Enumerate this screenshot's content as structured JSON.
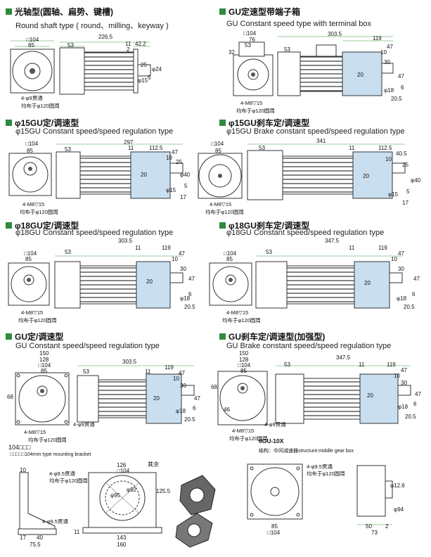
{
  "sections": {
    "s1": {
      "title_cn": "光轴型(圆轴、扁势、键槽)",
      "title_en": "Round shaft type ( round、milling、keyway )"
    },
    "s2": {
      "title_cn": "GU定速型带端子箱",
      "title_en": "GU Constant speed type with terminal box"
    },
    "s3": {
      "title_cn": "φ15GU定/调速型",
      "title_en": "φ15GU Constant speed/speed regulation type"
    },
    "s4": {
      "title_cn": "φ15GU刹车定/调速型",
      "title_en": "φ15GU Brake constant speed/speed regulation type"
    },
    "s5": {
      "title_cn": "φ18GU定/调速型",
      "title_en": "φ18GU Constant speed/speed regulation type"
    },
    "s6": {
      "title_cn": "φ18GU刹车定/调速型",
      "title_en": "φ18GU Constant speed/speed regulation type"
    },
    "s7": {
      "title_cn": "GU定/调速型",
      "title_en": "GU Constant speed/speed regulation type"
    },
    "s8": {
      "title_cn": "GU刹车定/调速型(加强型)",
      "title_en": "GU Brake constant speed/speed regulation type"
    },
    "bracket": {
      "title": "104□□□",
      "subtitle": "□□□□□104mm type mounting bracket"
    },
    "gearbox": {
      "title": "6GU-10X",
      "subtitle": "结构：中间减速器structure:middle gear box"
    }
  },
  "dims": {
    "d_104": "□104",
    "d_85": "85",
    "d_226_5": "226.5",
    "d_53": "53",
    "d_11": "11",
    "d_42_2": "42.2",
    "d_2": "2",
    "d_25": "25",
    "d_phi24": "φ24",
    "d_phi15": "φ15",
    "d_5": "5",
    "d_4phi9": "4-φ9贯通",
    "d_phi120": "均布于φ120圆周",
    "d_303_5": "303.5",
    "d_119": "119",
    "d_47": "47",
    "d_10": "10",
    "d_76": "76",
    "d_32": "32",
    "d_20": "20",
    "d_30": "30",
    "d_phi18": "φ18",
    "d_6": "6",
    "d_20_5": "20.5",
    "d_4m8": "4-M8▽15",
    "d_297": "297",
    "d_112_5": "112.5",
    "d_phi40": "φ40",
    "d_17": "17",
    "d_341": "341",
    "d_40_5": "40.5",
    "d_347_5": "347.5",
    "d_150": "150",
    "d_128": "128",
    "d_68": "68",
    "d_46": "46",
    "d_126": "126",
    "d_4phi9_5": "4-φ9.5贯通",
    "d_other": "其余",
    "d_phi95": "φ95",
    "d_phi92": "φ92",
    "d_125_5": "125.5",
    "d_143": "143",
    "d_160": "160",
    "d_40": "40",
    "d_75_5": "75.5",
    "d_phi12_6": "φ12.6",
    "d_phi94": "φ94",
    "d_50": "50",
    "d_73": "73",
    "d_4phi9_5b": "4-φ9.5贯通",
    "d_phi120b": "均布于φ120圆周"
  },
  "colors": {
    "accent": "#2e8b3e",
    "gear": "#c9dff0",
    "dimline": "#3a9a3a"
  }
}
